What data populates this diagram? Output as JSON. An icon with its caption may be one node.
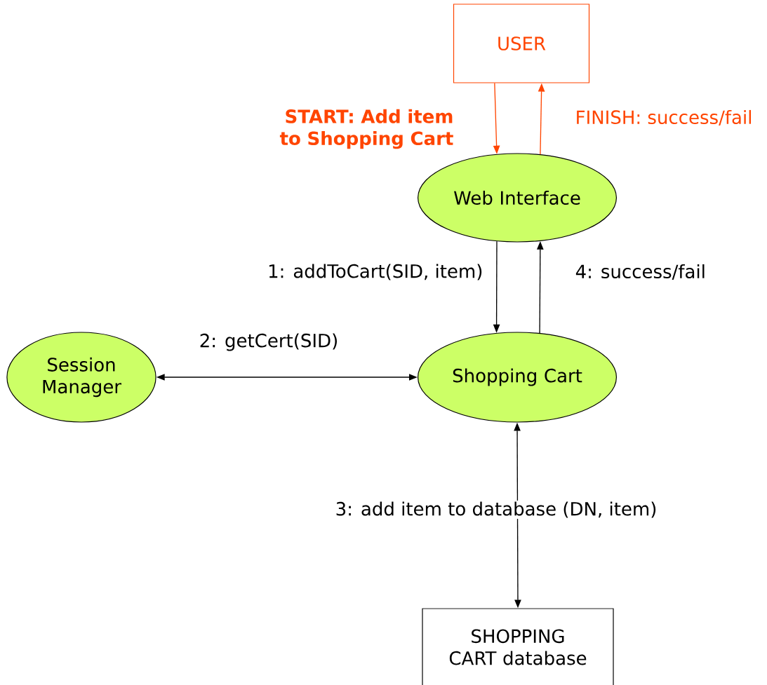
{
  "diagram": {
    "nodes": [
      {
        "text": [
          "USER"
        ]
      },
      {
        "text": [
          "Web Interface"
        ]
      },
      {
        "text": [
          "Session Manager"
        ]
      },
      {
        "text": [
          "Shopping Cart"
        ]
      },
      {
        "text": [
          "SHOPPING CART database"
        ]
      }
    ],
    "edges": [
      {
        "from": 0,
        "to": 1,
        "arrow": "to",
        "label": "START: Add item to Shopping Cart",
        "color": "#ff4500"
      },
      {
        "from": 1,
        "to": 0,
        "arrow": "to",
        "label": "FINISH: success/fail",
        "color": "#ff4500"
      },
      {
        "from": 1,
        "to": 3,
        "arrow": "to",
        "label": "1: addToCart(SID, item)"
      },
      {
        "from": 3,
        "to": 1,
        "arrow": "to",
        "label": "4: success/fail"
      },
      {
        "from": 2,
        "to": 3,
        "arrow": "both",
        "label": "2: getCert(SID)"
      },
      {
        "from": 3,
        "to": 4,
        "arrow": "both",
        "label": "3: add item to database (DN, item)"
      }
    ]
  }
}
